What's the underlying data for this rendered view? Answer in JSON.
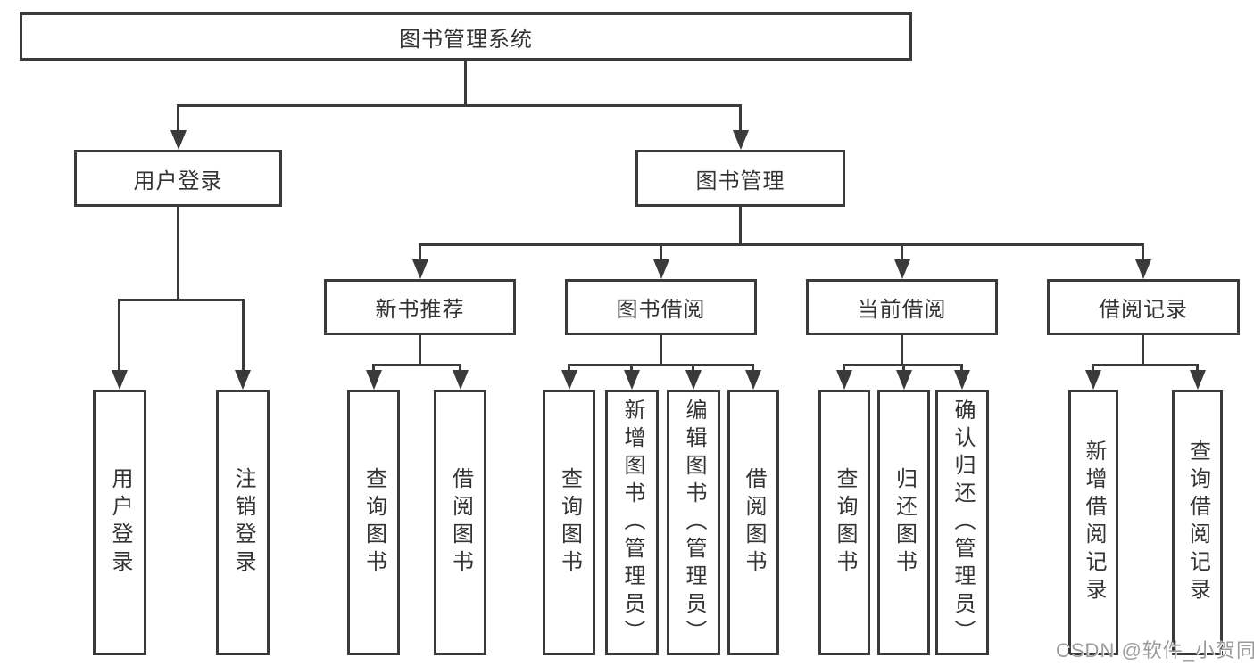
{
  "diagram": {
    "type": "tree",
    "colors": {
      "line": "#3a3a3a",
      "text": "#333333",
      "background": "#ffffff",
      "watermark": "#9b9b9b"
    },
    "watermark": "CSDN @软件_小贺同学",
    "nodes": {
      "root": "图书管理系统",
      "user_login_branch": "用户登录",
      "book_mgmt_branch": "图书管理",
      "login": "用户登录",
      "logout": "注销登录",
      "new_book_rec": "新书推荐",
      "book_borrow": "图书借阅",
      "current_borrow": "当前借阅",
      "borrow_records": "借阅记录",
      "nb_query": "查询图书",
      "nb_borrow": "借阅图书",
      "bb_query": "查询图书",
      "bb_add": "新增图书（管理员）",
      "bb_edit": "编辑图书（管理员）",
      "bb_borrow": "借阅图书",
      "cb_query": "查询图书",
      "cb_return": "归还图书",
      "cb_confirm": "确认归还（管理员）",
      "br_add": "新增借阅记录",
      "br_query": "查询借阅记录"
    },
    "hierarchy": {
      "root": [
        "user_login_branch",
        "book_mgmt_branch"
      ],
      "user_login_branch": [
        "login",
        "logout"
      ],
      "book_mgmt_branch": [
        "new_book_rec",
        "book_borrow",
        "current_borrow",
        "borrow_records"
      ],
      "new_book_rec": [
        "nb_query",
        "nb_borrow"
      ],
      "book_borrow": [
        "bb_query",
        "bb_add",
        "bb_edit",
        "bb_borrow"
      ],
      "current_borrow": [
        "cb_query",
        "cb_return",
        "cb_confirm"
      ],
      "borrow_records": [
        "br_add",
        "br_query"
      ]
    }
  }
}
